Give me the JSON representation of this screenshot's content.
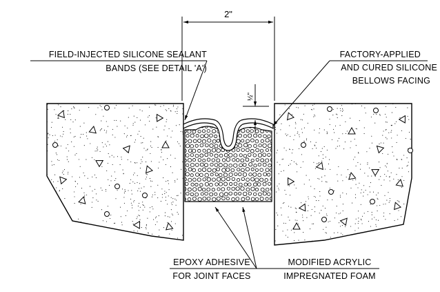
{
  "dimensions": {
    "joint_width": "2\"",
    "bellows_depth": "½\""
  },
  "callouts": {
    "top_left": [
      "FIELD-INJECTED SILICONE SEALANT",
      "BANDS (SEE DETAIL 'A')"
    ],
    "top_right": [
      "FACTORY-APPLIED",
      "AND CURED SILICONE",
      "BELLOWS FACING"
    ],
    "bottom_left": [
      "EPOXY ADHESIVE",
      "FOR JOINT FACES"
    ],
    "bottom_right": [
      "MODIFIED ACRYLIC",
      "IMPREGNATED FOAM"
    ]
  },
  "colors": {
    "line": "#000000",
    "background": "#ffffff"
  }
}
